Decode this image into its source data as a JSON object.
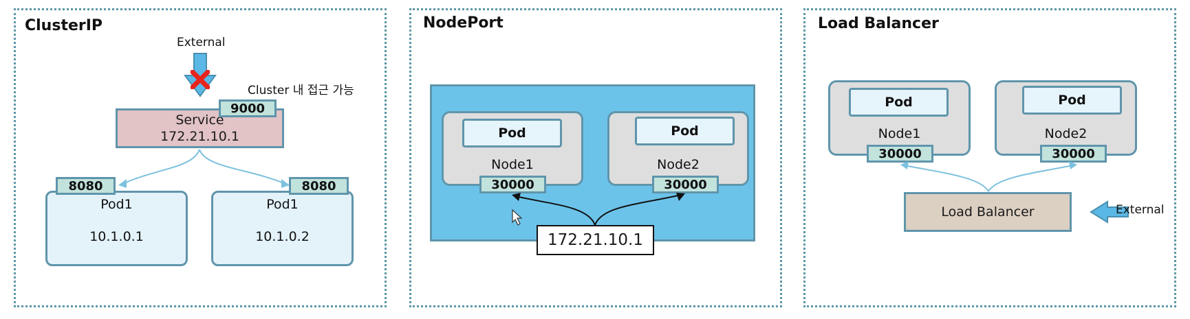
{
  "clusterip": {
    "title": "ClusterIP",
    "external_label": "External",
    "note": "Cluster 내 접근 가능",
    "service_port": "9000",
    "service_label": "Service",
    "service_ip": "172.21.10.1",
    "pods": [
      {
        "port": "8080",
        "name": "Pod1",
        "ip": "10.1.0.1"
      },
      {
        "port": "8080",
        "name": "Pod1",
        "ip": "10.1.0.2"
      }
    ]
  },
  "nodeport": {
    "title": "NodePort",
    "nodes": [
      {
        "pod": "Pod",
        "name": "Node1",
        "port": "30000"
      },
      {
        "pod": "Pod",
        "name": "Node2",
        "port": "30000"
      }
    ],
    "ip": "172.21.10.1"
  },
  "loadbalancer": {
    "title": "Load Balancer",
    "nodes": [
      {
        "pod": "Pod",
        "name": "Node1",
        "port": "30000"
      },
      {
        "pod": "Pod",
        "name": "Node2",
        "port": "30000"
      }
    ],
    "lb_label": "Load Balancer",
    "external_label": "External"
  },
  "colors": {
    "border": "#5f95ab",
    "service_fill": "#e2c3c6",
    "cluster_fill": "#6cc3ea",
    "lb_fill": "#dcd0c3",
    "port_fill": "#c2e2dc",
    "blocked_x": "#e8241c"
  }
}
